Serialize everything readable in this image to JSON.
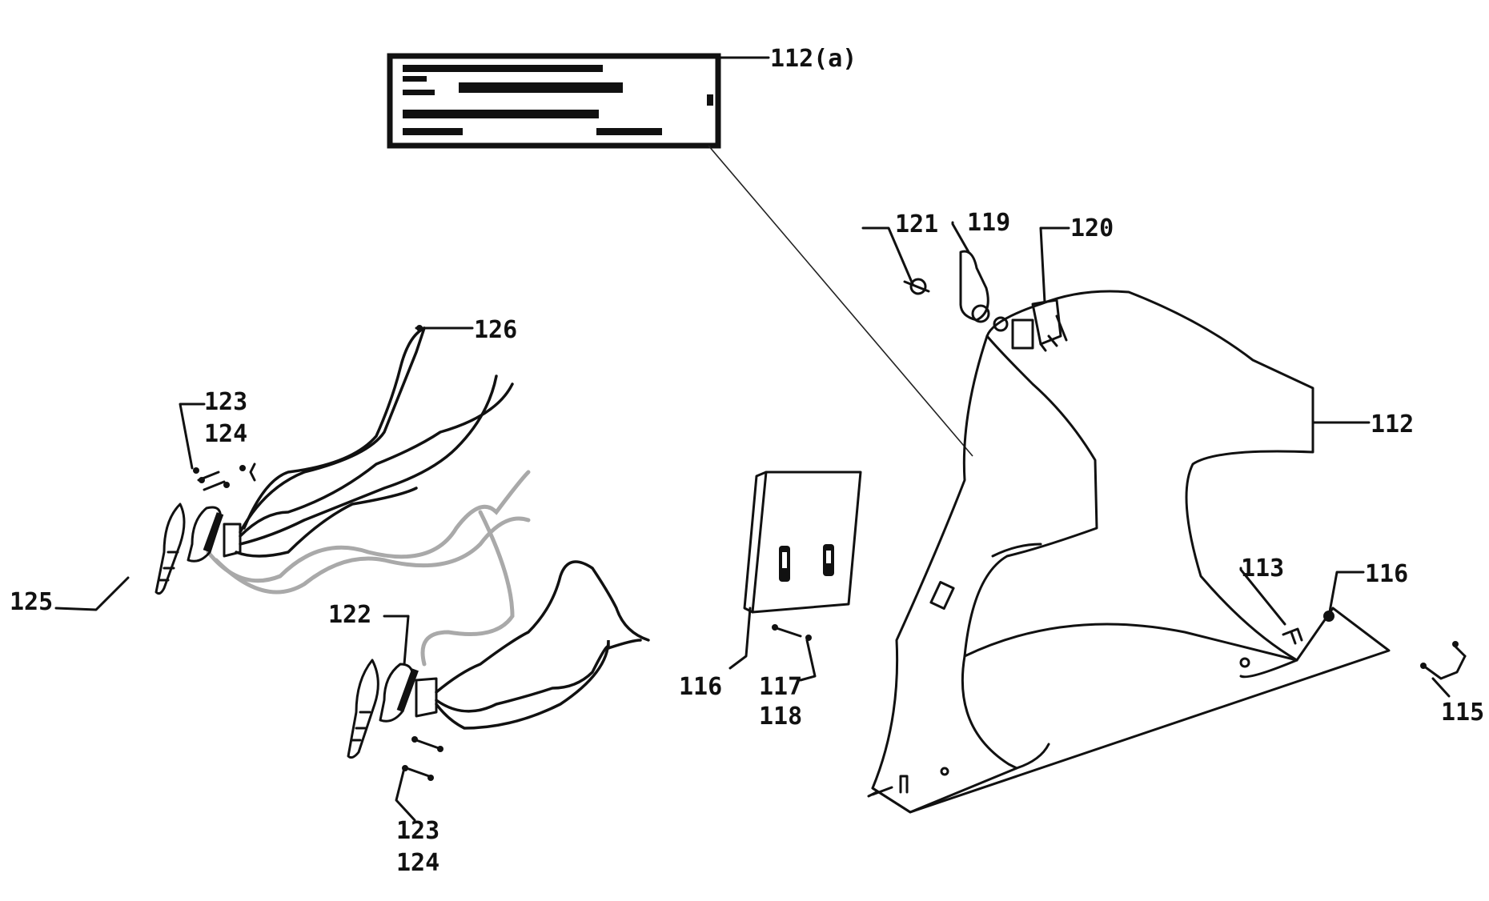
{
  "labels": {
    "l112a": "112(a)",
    "l112": "112",
    "l113": "113",
    "l115": "115",
    "l116a": "116",
    "l116b": "116",
    "l117": "117",
    "l118": "118",
    "l119": "119",
    "l120": "120",
    "l121": "121",
    "l122": "122",
    "l123a": "123",
    "l124a": "124",
    "l123b": "123",
    "l124b": "124",
    "l125": "125",
    "l126": "126"
  },
  "colors": {
    "ink": "#111111",
    "wire_gray": "#a9a9a9",
    "background": "#ffffff"
  }
}
